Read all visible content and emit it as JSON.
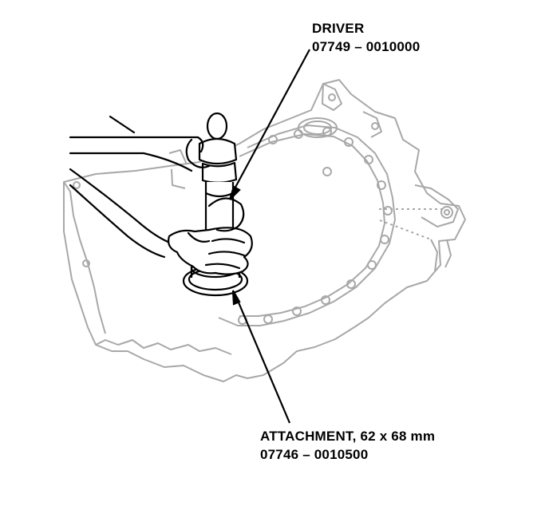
{
  "callouts": {
    "driver": {
      "name": "DRIVER",
      "part_number": "07749 – 0010000"
    },
    "attachment": {
      "name": "ATTACHMENT, 62 x 68 mm",
      "part_number": "07746 – 0010500"
    }
  },
  "colors": {
    "ink": "#000000",
    "paper": "#ffffff",
    "faint_outline": "#a8a8a8"
  }
}
